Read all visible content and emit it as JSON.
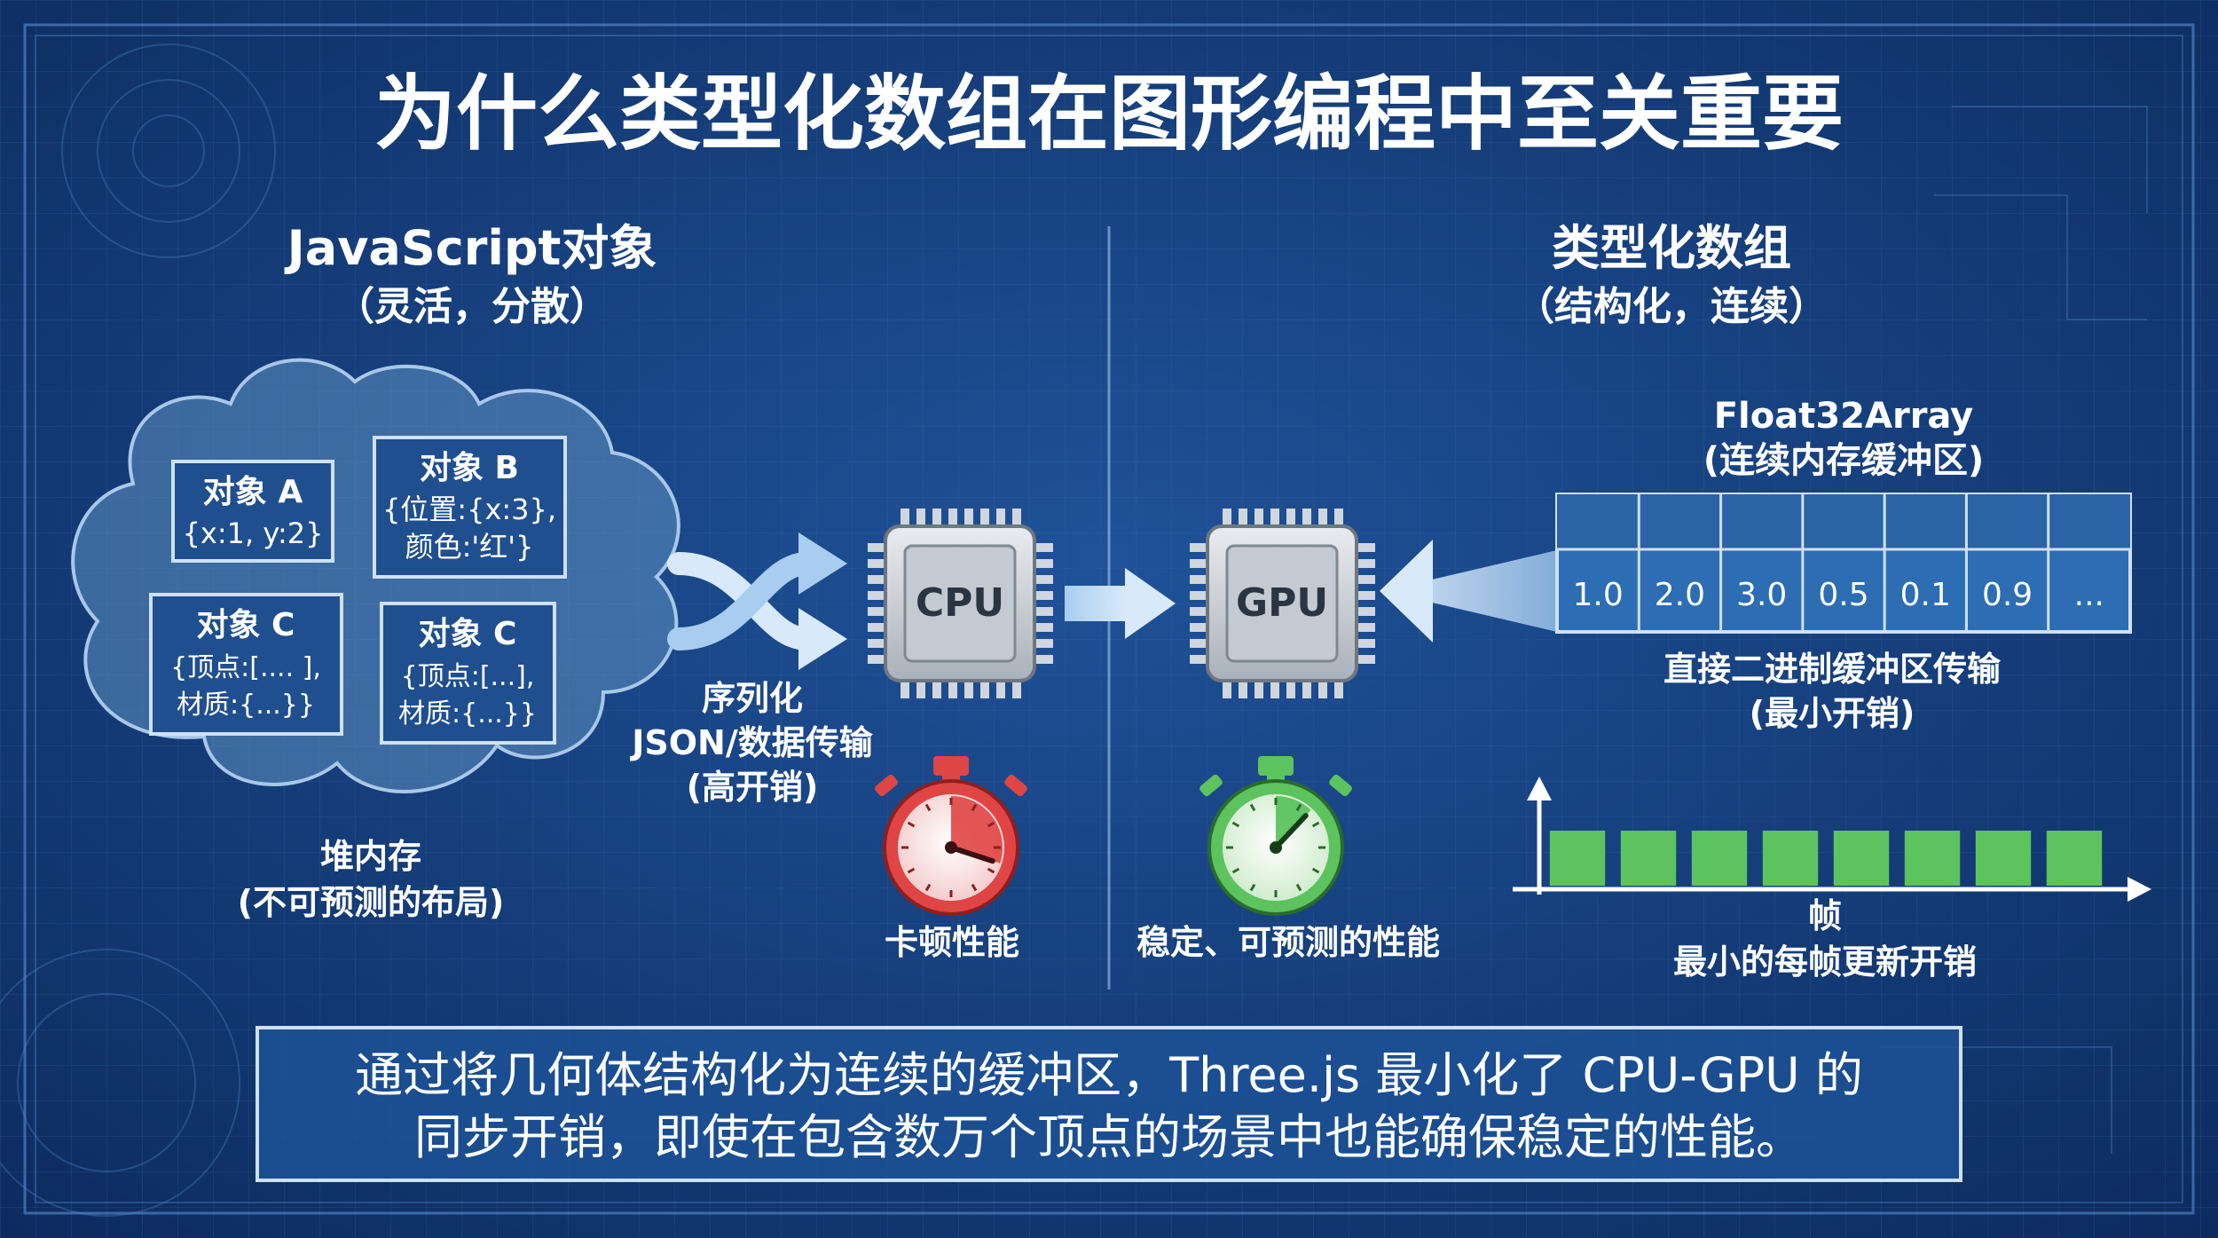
{
  "title": "为什么类型化数组在图形编程中至关重要",
  "left": {
    "heading": "JavaScript对象",
    "subheading": "（灵活，分散）",
    "objects": [
      {
        "name": "对象 A",
        "lines": [
          "{x:1, y:2}"
        ]
      },
      {
        "name": "对象 B",
        "lines": [
          "{位置:{x:3},",
          "颜色:'红'}"
        ]
      },
      {
        "name": "对象 C",
        "lines": [
          "{顶点:[.... ],",
          "材质:{...}}"
        ]
      },
      {
        "name": "对象 C",
        "lines": [
          "{顶点:[...],",
          "材质:{...}}"
        ]
      }
    ],
    "heap_label": "堆内存",
    "heap_sub": "(不可预测的布局)"
  },
  "middle": {
    "cpu_label": "CPU",
    "gpu_label": "GPU",
    "serialize_lines": [
      "序列化",
      "JSON/数据传输",
      "(高开销)"
    ],
    "slow_label": "卡顿性能",
    "stable_label": "稳定、可预测的性能",
    "slow_timer_fraction": 0.3,
    "fast_timer_fraction": 0.12
  },
  "right": {
    "heading": "类型化数组",
    "subheading": "（结构化，连续）",
    "array_name": "Float32Array",
    "array_sub": "(连续内存缓冲区)",
    "cells": [
      "1.0",
      "2.0",
      "3.0",
      "0.5",
      "0.1",
      "0.9",
      "..."
    ],
    "transfer_label": "直接二进制缓冲区传输",
    "transfer_sub": "(最小开销)",
    "frame_axis_label": "帧",
    "frame_caption": "最小的每帧更新开销",
    "frame_bars": [
      1,
      1,
      1,
      1,
      1,
      1,
      1,
      1
    ]
  },
  "footer": {
    "line1": "通过将几何体结构化为连续的缓冲区，Three.js 最小化了 CPU-GPU 的",
    "line2": "同步开销，即使在包含数万个顶点的场景中也能确保稳定的性能。"
  },
  "colors": {
    "background": "#123a78",
    "panel": "#1f5a9c",
    "cloud": "#5f8fbf",
    "accent_green": "#5cc35e",
    "accent_red": "#e04545",
    "text": "#ffffff"
  }
}
